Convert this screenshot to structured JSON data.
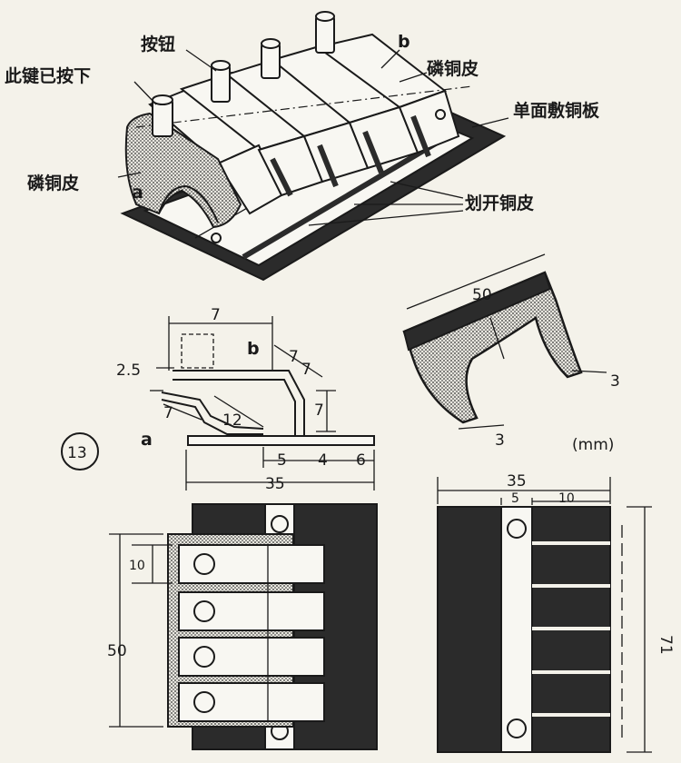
{
  "labels": {
    "key_pressed": "此键已按下",
    "button": "按钮",
    "b": "b",
    "phosphor_copper_top": "磷铜皮",
    "single_sided_board": "单面敷铜板",
    "phosphor_copper_left": "磷铜皮",
    "a": "a",
    "cut_copper": "划开铜皮"
  },
  "figure_number": "13",
  "units": "(mm)",
  "profile_dims": {
    "top": "7",
    "diag_7": "7",
    "dim_2_5": "2.5",
    "diag_7b": "7",
    "dim_12": "12",
    "vert_7": "7",
    "b": "b",
    "a": "a",
    "dim_5": "5",
    "dim_4": "4",
    "dim_6": "6",
    "dim_35": "35"
  },
  "piece_dims": {
    "width": "50",
    "dim_3a": "3",
    "dim_3b": "3"
  },
  "bottom_left_dims": {
    "dim_10": "10",
    "dim_50": "50"
  },
  "bottom_right_dims": {
    "dim_35": "35",
    "dim_5": "5",
    "dim_10": "10",
    "dim_71": "71"
  }
}
